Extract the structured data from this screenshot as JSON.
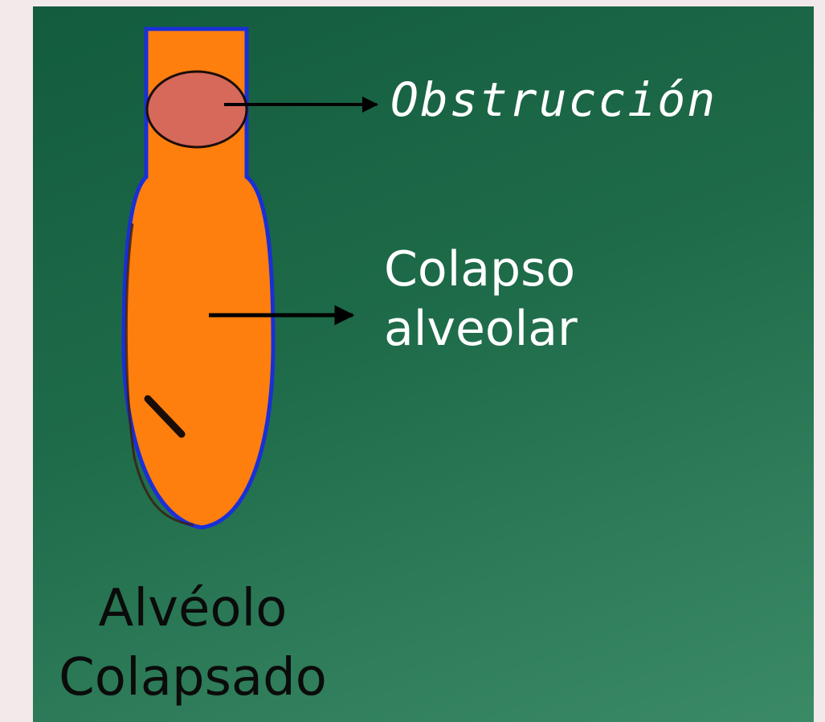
{
  "labels": {
    "obstruction": "Obstrucción",
    "collapse_line1": "Colapso",
    "collapse_line2": "alveolar",
    "alveolus_line1": "Alvéolo",
    "alveolus_line2": "Colapsado"
  },
  "colors": {
    "background": "#1e6b49",
    "alveolus_fill": "#ff7f0e",
    "alveolus_outline": "#1a2fd6",
    "obstruction_fill": "#d6695a",
    "arrow": "#000000",
    "annotation_text": "#ffffff",
    "caption_text": "#0b0b0b"
  }
}
